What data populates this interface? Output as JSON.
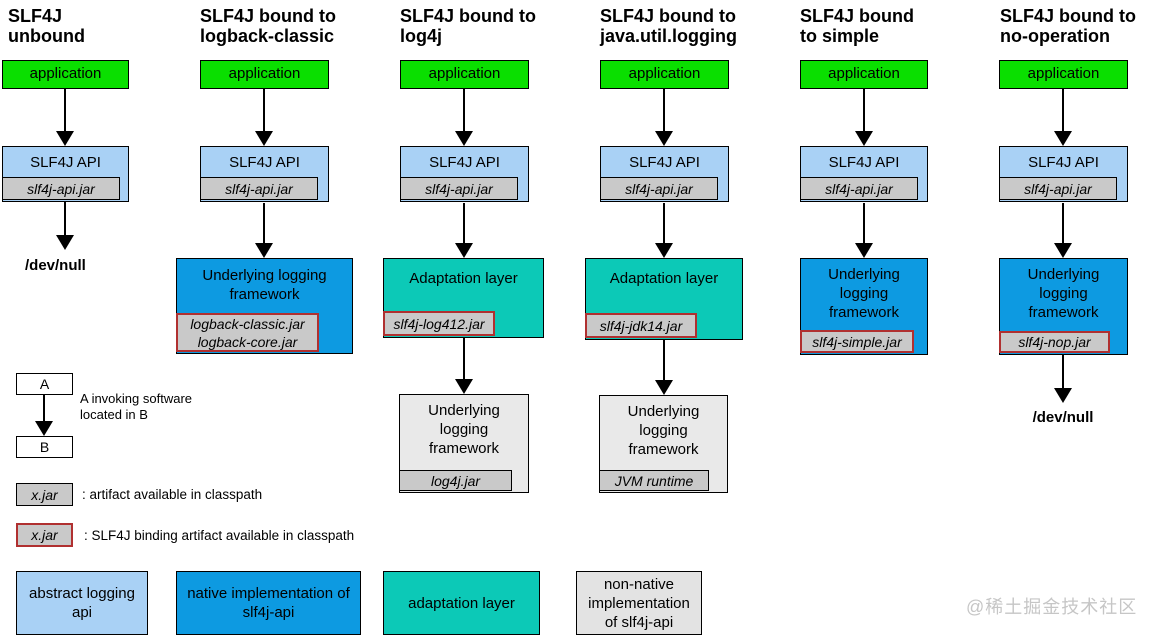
{
  "columns": [
    {
      "title": [
        "SLF4J",
        "unbound"
      ],
      "application": "application",
      "api": "SLF4J API",
      "api_jar": "slf4j-api.jar",
      "output": "/dev/null"
    },
    {
      "title": [
        "SLF4J bound to",
        "logback-classic"
      ],
      "application": "application",
      "api": "SLF4J API",
      "api_jar": "slf4j-api.jar",
      "framework": "Underlying logging framework",
      "framework_jars": [
        "logback-classic.jar",
        "logback-core.jar"
      ]
    },
    {
      "title": [
        "SLF4J bound to",
        "log4j"
      ],
      "application": "application",
      "api": "SLF4J API",
      "api_jar": "slf4j-api.jar",
      "adaptation": "Adaptation layer",
      "adaptation_jar": "slf4j-log412.jar",
      "framework": "Underlying logging framework",
      "framework_jar": "log4j.jar"
    },
    {
      "title": [
        "SLF4J bound to",
        "java.util.logging"
      ],
      "application": "application",
      "api": "SLF4J API",
      "api_jar": "slf4j-api.jar",
      "adaptation": "Adaptation layer",
      "adaptation_jar": "slf4j-jdk14.jar",
      "framework": "Underlying logging framework",
      "framework_jar": "JVM runtime"
    },
    {
      "title": [
        "SLF4J bound",
        "to simple"
      ],
      "application": "application",
      "api": "SLF4J API",
      "api_jar": "slf4j-api.jar",
      "framework": "Underlying logging framework",
      "framework_jar": "slf4j-simple.jar"
    },
    {
      "title": [
        "SLF4J bound to",
        "no-operation"
      ],
      "application": "application",
      "api": "SLF4J API",
      "api_jar": "slf4j-api.jar",
      "framework": "Underlying logging framework",
      "framework_jar": "slf4j-nop.jar",
      "output": "/dev/null"
    }
  ],
  "legend": {
    "invoke_a": "A",
    "invoke_b": "B",
    "invoke_note": "A invoking software located in B",
    "jar_label": "x.jar",
    "jar_note": ": artifact available in classpath",
    "binding_jar_label": "x.jar",
    "binding_jar_note": ": SLF4J binding artifact available in classpath"
  },
  "color_key": [
    {
      "label": "abstract logging api",
      "color": "#A9D1F5"
    },
    {
      "label": "native implementation of slf4j-api",
      "color": "#0D9AE1"
    },
    {
      "label": "adaptation layer",
      "color": "#0CC9B7"
    },
    {
      "label": "non-native implementation of slf4j-api",
      "color": "#E3E3E3"
    }
  ],
  "watermark": "@稀土掘金技术社区",
  "colors": {
    "application_green": "#0ADF00",
    "abstract_api_blue": "#A9D1F5",
    "native_impl_blue": "#0D9AE1",
    "adaptation_teal": "#0CC9B7",
    "non_native_gray": "#E9E9E9",
    "jar_fill": "#C9C9C9",
    "binding_border": "#B03030"
  }
}
